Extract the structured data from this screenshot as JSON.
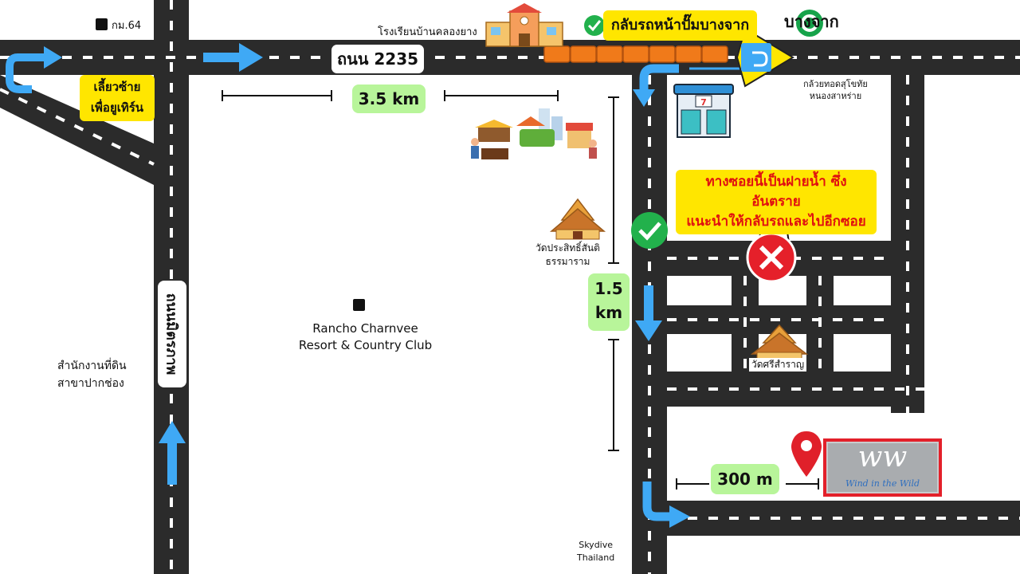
{
  "roads": {
    "main_road_label": "ถนน 2235",
    "side_road_label": "ถนนมิตรภาพ"
  },
  "distances": {
    "d1": "3.5 km",
    "d2_line1": "1.5",
    "d2_line2": "km",
    "d3": "300 m"
  },
  "signs": {
    "u_turn_line1": "เลี้ยวซ้าย",
    "u_turn_line2": "เพื่อยูเทิร์น",
    "return_at_pump": "กลับรถหน้าปั๊มบางจาก",
    "warning_line1": "ทางซอยนี้เป็นฝายน้ำ ซึ่งอันตราย",
    "warning_line2": "แนะนำให้กลับรถและไปอีกซอย"
  },
  "places": {
    "km64": "กม.64",
    "school": "โรงเรียนบ้านคลองยาง",
    "bangchak": "บางจาก",
    "banana_shop_line1": "กล้วยทอดสุโขทัย",
    "banana_shop_line2": "หนองสาหร่าย",
    "temple1_line1": "วัดประสิทธิ์สันติ",
    "temple1_line2": "ธรรมาราม",
    "temple2": "วัดศรีสำราญ",
    "resort_line1": "Rancho Charnvee",
    "resort_line2": "Resort & Country Club",
    "land_office_line1": "สำนักงานที่ดิน",
    "land_office_line2": "สาขาปากช่อง",
    "skydive_line1": "Skydive",
    "skydive_line2": "Thailand",
    "destination_logo": "ww",
    "destination_name": "Wind in the Wild"
  },
  "colors": {
    "road": "#2b2b2b",
    "arrow": "#3fa9f5",
    "distance_pill": "#b8f59a",
    "sign_yellow": "#ffe600",
    "warning_text": "#e01010",
    "cone_orange": "#f07a1a",
    "pin_red": "#e0202a",
    "bangchak_green": "#16a34a"
  }
}
